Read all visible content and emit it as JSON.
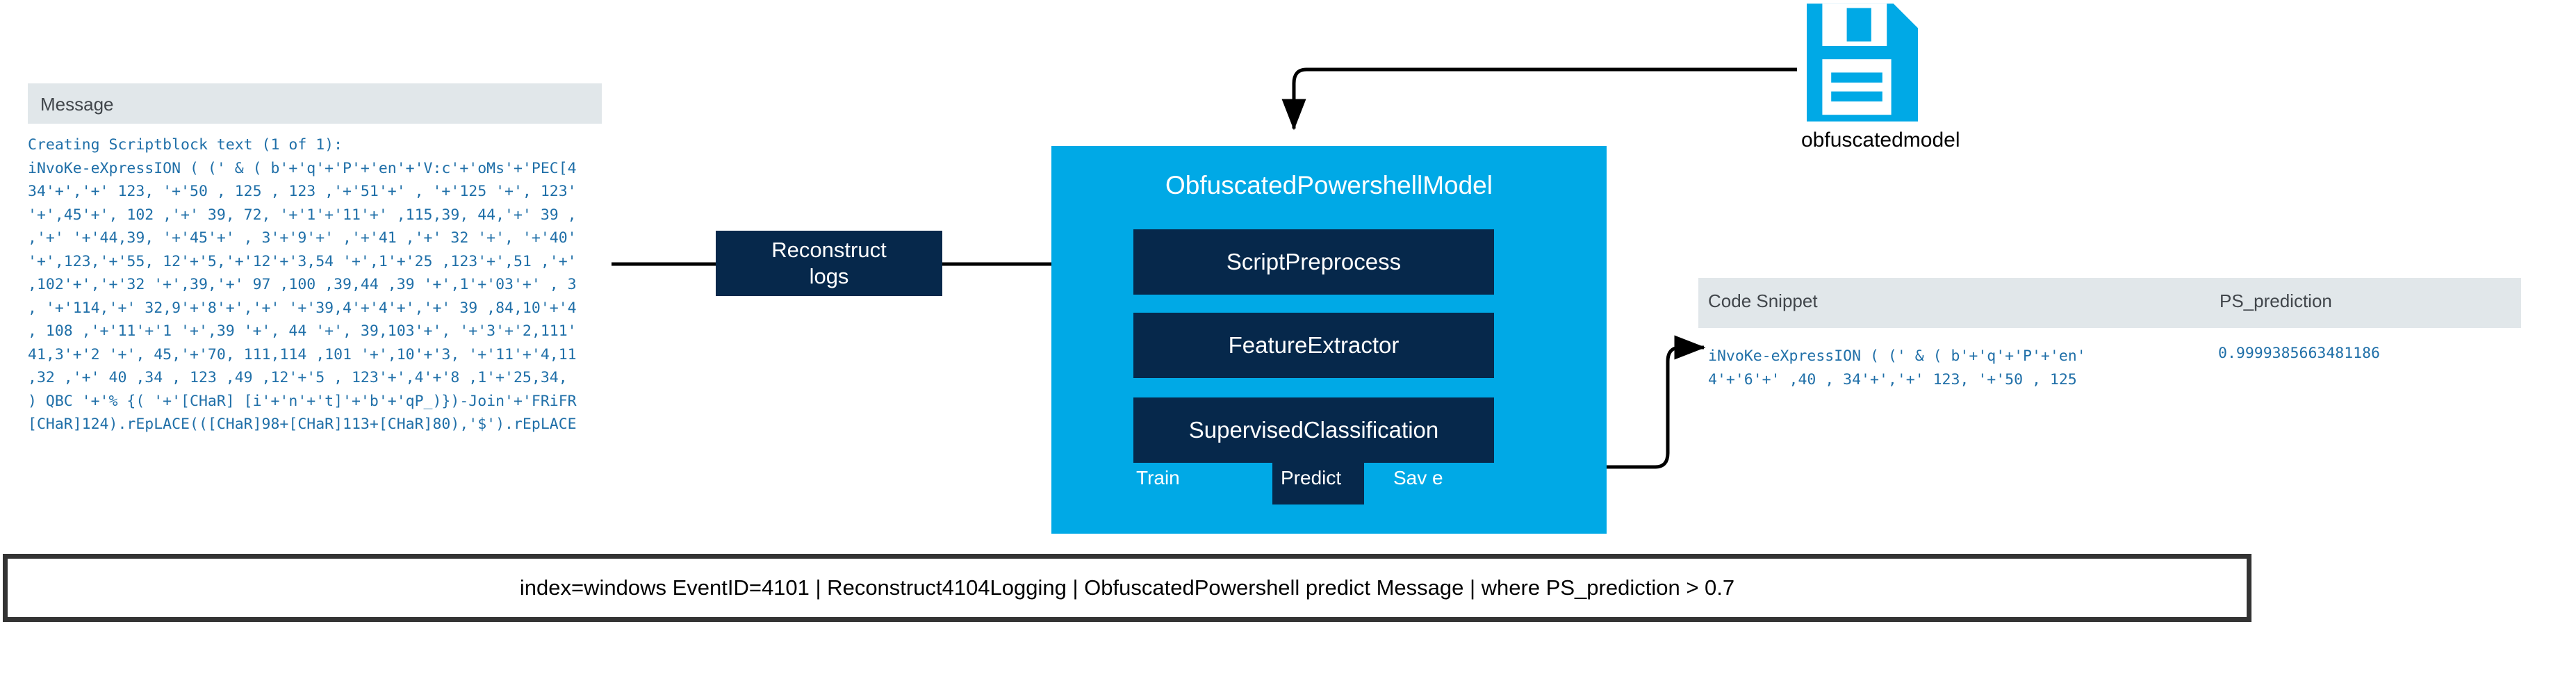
{
  "message_panel": {
    "header_label": "Message",
    "code_lines": [
      "Creating Scriptblock text (1 of 1):",
      "iNvoKe-eXpressION ( (' & ( b'+'q'+'P'+'en'+'V:c'+'oMs'+'PEC[4",
      "34'+','+' 123, '+'50 , 125 , 123 ,'+'51'+' , '+'125 '+', 123'",
      "'+',45'+', 102 ,'+' 39, 72, '+'1'+'11'+' ,115,39, 44,'+' 39 ,",
      ",'+' '+'44,39, '+'45'+' , 3'+'9'+' ,'+'41 ,'+' 32 '+', '+'40'",
      "'+',123,'+'55, 12'+'5,'+'12'+'3,54 '+',1'+'25 ,123'+',51 ,'+'",
      ",102'+','+'32 '+',39,'+' 97 ,100 ,39,44 ,39 '+',1'+'03'+' , 3",
      ", '+'114,'+' 32,9'+'8'+','+' '+'39,4'+'4'+','+' 39 ,84,10'+'4",
      ", 108 ,'+'11'+'1 '+',39 '+', 44 '+', 39,103'+', '+'3'+'2,111'",
      "41,3'+'2 '+', 45,'+'70, 111,114 ,101 '+',10'+'3, '+'11'+'4,11",
      ",32 ,'+' 40 ,34 , 123 ,49 ,12'+'5 , 123'+',4'+'8 ,1'+'25,34,",
      ") QBC '+'% {( '+'[CHaR] [i'+'n'+'t]'+'b'+'qP_)})-Join'+'FRiFR",
      "[CHaR]124).rEpLACE(([CHaR]98+[CHaR]113+[CHaR]80),'$').rEpLACE"
    ]
  },
  "reconstruct_logs": {
    "label_line1": "Reconstruct",
    "label_line2": "logs"
  },
  "model": {
    "title": "ObfuscatedPowershellModel",
    "stages": [
      {
        "label": "ScriptPreprocess"
      },
      {
        "label": "FeatureExtractor"
      },
      {
        "label": "SupervisedClassification"
      }
    ],
    "actions": [
      {
        "label": "Train"
      },
      {
        "label": "Predict"
      },
      {
        "label": "Sav e"
      }
    ]
  },
  "model_artifact": {
    "icon": "floppy-disk-save-icon",
    "label": "obfuscatedmodel"
  },
  "results_table": {
    "columns": [
      "Code Snippet",
      "PS_prediction"
    ],
    "rows": [
      {
        "code_snippet_line1": "iNvoKe-eXpressION ( (' & ( b'+'q'+'P'+'en'",
        "code_snippet_line2": "4'+'6'+' ,40 , 34'+','+' 123, '+'50 , 125",
        "ps_prediction": "0.9999385663481186"
      }
    ]
  },
  "query_bar": {
    "query": "index=windows EventID=4101  |  Reconstruct4104Logging  |  ObfuscatedPowershell predict Message  |  where PS_prediction > 0.7"
  },
  "colors": {
    "accent_cyan": "#00a9e6",
    "navy": "#06284b",
    "code_blue": "#1f6fa8",
    "panel_gray": "#e1e7ea",
    "border_dark": "#333333"
  }
}
